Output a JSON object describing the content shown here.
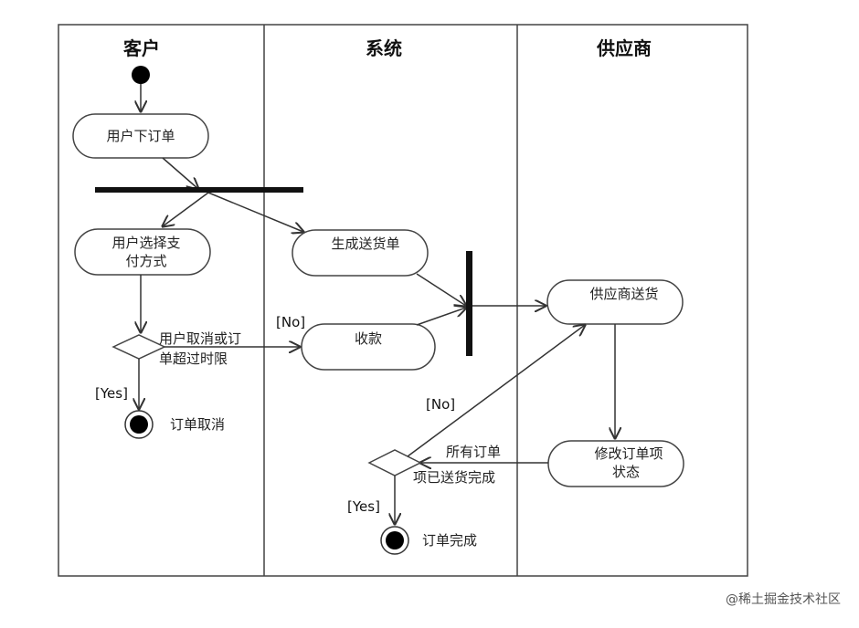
{
  "swimlanes": [
    "客户",
    "系统",
    "供应商"
  ],
  "actions": {
    "place_order": "用户下订单",
    "choose_payment_1": "用户选择支",
    "choose_payment_2": "付方式",
    "generate_delivery": "生成送货单",
    "collect_payment": "收款",
    "supplier_deliver": "供应商送货",
    "update_status_1": "修改订单项",
    "update_status_2": "状态"
  },
  "decisions": {
    "cancel_condition_1": "用户取消或订",
    "cancel_condition_2": "单超过时限",
    "delivered_condition_1": "所有订单",
    "delivered_condition_2": "项已送货完成"
  },
  "guards": {
    "no_1": "[No]",
    "yes_1": "[Yes]",
    "no_2": "[No]",
    "yes_2": "[Yes]"
  },
  "final_states": {
    "order_cancelled": "订单取消",
    "order_completed": "订单完成"
  },
  "watermark": "@稀土掘金技术社区"
}
